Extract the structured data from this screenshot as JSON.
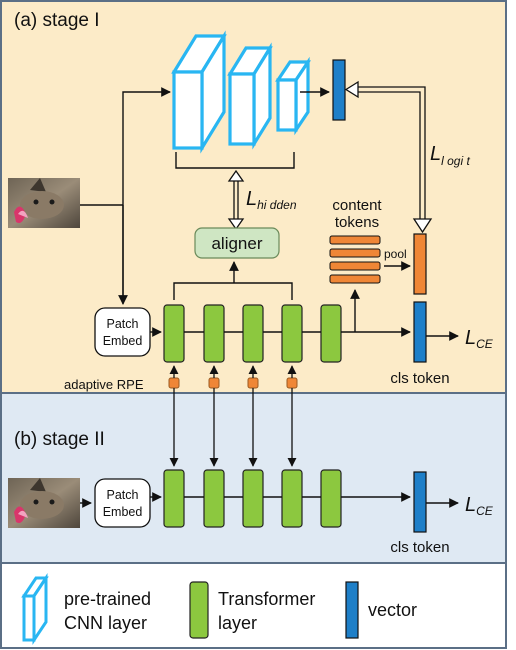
{
  "colors": {
    "stage1_bg": "#fcebc8",
    "stage2_bg": "#dfe9f3",
    "cnn_layer": "#29b6f2",
    "transformer_layer": "#8cc83f",
    "vector": "#1e7fc8",
    "content_token": "#ef8636",
    "aligner": "#cfe6c3",
    "rpe_node": "#ef8636",
    "border": "#5b6f86"
  },
  "stage1": {
    "title": "(a) stage I",
    "patch_embed": [
      "Patch",
      "Embed"
    ],
    "aligner": "aligner",
    "content_tokens": [
      "content",
      "tokens"
    ],
    "pool": "pool",
    "adaptive_rpe": "adaptive RPE",
    "cls_token": "cls token",
    "loss_hidden": {
      "main": "L",
      "sub": "hi dden"
    },
    "loss_logit": {
      "main": "L",
      "sub": "l ogi t"
    },
    "loss_ce": {
      "main": "L",
      "sub": "CE"
    }
  },
  "stage2": {
    "title": "(b) stage II",
    "patch_embed": [
      "Patch",
      "Embed"
    ],
    "cls_token": "cls token",
    "loss_ce": {
      "main": "L",
      "sub": "CE"
    }
  },
  "legend": {
    "cnn": [
      "pre-trained",
      "CNN layer"
    ],
    "transformer": [
      "Transformer",
      "layer"
    ],
    "vector": "vector"
  },
  "icons": {
    "input_image": "cat-photo-icon"
  }
}
